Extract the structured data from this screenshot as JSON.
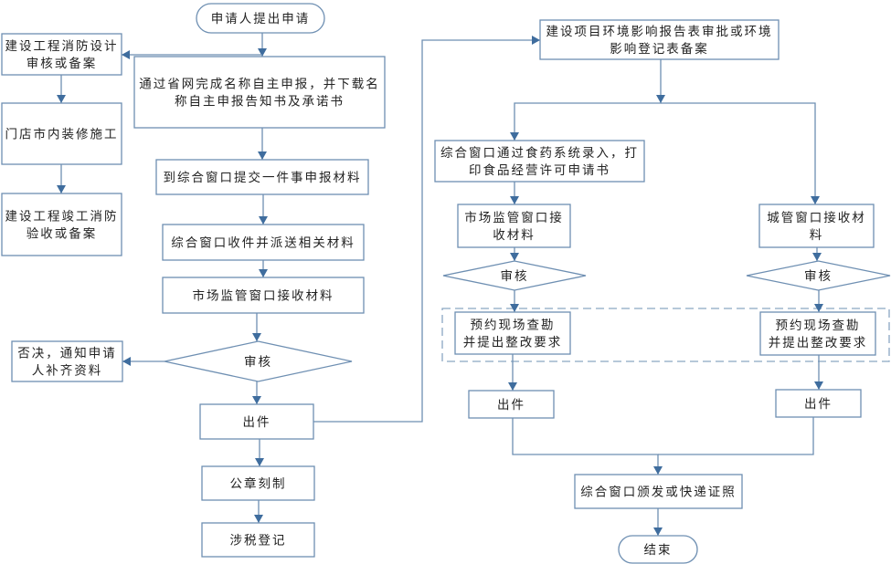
{
  "colors": {
    "stroke": "#6e8fb2",
    "arrow": "#3f6d9e",
    "text": "#222222"
  },
  "nodes": {
    "start": {
      "lines": [
        "申请人提出申请"
      ],
      "shape": "terminator"
    },
    "fire_design": {
      "lines": [
        "建设工程消防设计",
        "审核或备案"
      ],
      "shape": "process"
    },
    "renovation": {
      "lines": [
        "门店市内装修施工"
      ],
      "shape": "process"
    },
    "fire_completion": {
      "lines": [
        "建设工程竣工消防",
        "验收或备案"
      ],
      "shape": "process"
    },
    "name_declare": {
      "lines": [
        "通过省网完成名称自主申报，并下载名",
        "称自主申报告知书及承诺书"
      ],
      "shape": "process"
    },
    "submit_materials": {
      "lines": [
        "到综合窗口提交一件事申报材料"
      ],
      "shape": "process"
    },
    "receive_dispatch": {
      "lines": [
        "综合窗口收件并派送相关材料"
      ],
      "shape": "process"
    },
    "market_receive_main": {
      "lines": [
        "市场监管窗口接收材料"
      ],
      "shape": "process"
    },
    "review_main": {
      "lines": [
        "审核"
      ],
      "shape": "decision"
    },
    "reject": {
      "lines": [
        "否决，通知申请",
        "人补齐资料"
      ],
      "shape": "process"
    },
    "issue_main": {
      "lines": [
        "出件"
      ],
      "shape": "process"
    },
    "seal": {
      "lines": [
        "公章刻制"
      ],
      "shape": "process"
    },
    "tax": {
      "lines": [
        "涉税登记"
      ],
      "shape": "process"
    },
    "env": {
      "lines": [
        "建设项目环境影响报告表审批或环境",
        "影响登记表备案"
      ],
      "shape": "process"
    },
    "food_entry": {
      "lines": [
        "综合窗口通过食药系统录入，打",
        "印食品经营许可申请书"
      ],
      "shape": "process"
    },
    "market_receive": {
      "lines": [
        "市场监管窗口接",
        "收材料"
      ],
      "shape": "process"
    },
    "urban_receive": {
      "lines": [
        "城管窗口接收材",
        "料"
      ],
      "shape": "process"
    },
    "review_left": {
      "lines": [
        "审核"
      ],
      "shape": "decision"
    },
    "review_right": {
      "lines": [
        "审核"
      ],
      "shape": "decision"
    },
    "inspect_left": {
      "lines": [
        "预约现场查勘",
        "并提出整改要求"
      ],
      "shape": "process"
    },
    "inspect_right": {
      "lines": [
        "预约现场查勘",
        "并提出整改要求"
      ],
      "shape": "process"
    },
    "issue_left": {
      "lines": [
        "出件"
      ],
      "shape": "process"
    },
    "issue_right": {
      "lines": [
        "出件"
      ],
      "shape": "process"
    },
    "deliver": {
      "lines": [
        "综合窗口颁发或快递证照"
      ],
      "shape": "process"
    },
    "end": {
      "lines": [
        "结束"
      ],
      "shape": "terminator"
    }
  },
  "edges": [
    [
      "start",
      "name_declare"
    ],
    [
      "start",
      "fire_design"
    ],
    [
      "fire_design",
      "renovation"
    ],
    [
      "renovation",
      "fire_completion"
    ],
    [
      "name_declare",
      "submit_materials"
    ],
    [
      "submit_materials",
      "receive_dispatch"
    ],
    [
      "receive_dispatch",
      "market_receive_main"
    ],
    [
      "market_receive_main",
      "review_main"
    ],
    [
      "review_main",
      "reject"
    ],
    [
      "review_main",
      "issue_main"
    ],
    [
      "issue_main",
      "seal"
    ],
    [
      "seal",
      "tax"
    ],
    [
      "issue_main",
      "env"
    ],
    [
      "env",
      "food_entry"
    ],
    [
      "env",
      "urban_receive"
    ],
    [
      "food_entry",
      "market_receive"
    ],
    [
      "market_receive",
      "review_left"
    ],
    [
      "urban_receive",
      "review_right"
    ],
    [
      "review_left",
      "inspect_left"
    ],
    [
      "review_right",
      "inspect_right"
    ],
    [
      "inspect_left",
      "issue_left"
    ],
    [
      "inspect_right",
      "issue_right"
    ],
    [
      "issue_left",
      "deliver"
    ],
    [
      "issue_right",
      "deliver"
    ],
    [
      "deliver",
      "end"
    ]
  ]
}
